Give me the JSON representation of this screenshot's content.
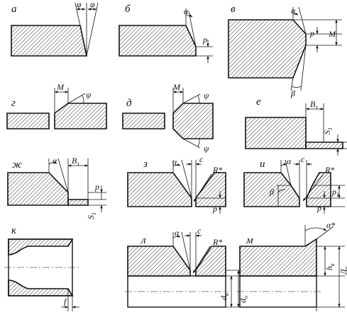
{
  "panels": [
    {
      "id": "a",
      "letter": "а",
      "labels": {
        "phi_left": "φ",
        "phi_right": "φ"
      }
    },
    {
      "id": "b",
      "letter": "б",
      "labels": {
        "alpha": "α",
        "p": "p"
      }
    },
    {
      "id": "v",
      "letter": "в",
      "labels": {
        "alpha": "α",
        "p": "p",
        "M": "M",
        "beta": "β"
      }
    },
    {
      "id": "g",
      "letter": "г",
      "labels": {
        "M": "M",
        "psi": "ψ"
      }
    },
    {
      "id": "d",
      "letter": "д",
      "labels": {
        "M": "M",
        "psi_top": "ψ",
        "psi_bottom": "ψ"
      }
    },
    {
      "id": "e",
      "letter": "е",
      "labels": {
        "B": "B",
        "B_sub": "з",
        "S": "S",
        "S_sub": "1"
      }
    },
    {
      "id": "zh",
      "letter": "ж",
      "labels": {
        "alpha": "α",
        "B": "B",
        "B_sub": "з",
        "p": "p",
        "S": "S",
        "S_sub": "1"
      }
    },
    {
      "id": "z",
      "letter": "з",
      "labels": {
        "alpha": "α",
        "c": "c",
        "R": "R*",
        "p": "p"
      }
    },
    {
      "id": "i",
      "letter": "и",
      "labels": {
        "alpha": "α",
        "c": "c",
        "R": "R*",
        "beta": "β",
        "p": "p",
        "p1": "p",
        "p1_sub": "1"
      }
    },
    {
      "id": "k",
      "letter": "к",
      "labels": {
        "f": "f"
      }
    },
    {
      "id": "l",
      "letter": "л",
      "labels": {
        "alpha": "α",
        "c": "c",
        "R": "R*",
        "d_inner": "d",
        "d_inner_sub": "в",
        "d_outer": "d",
        "d_outer_sub": "о"
      }
    },
    {
      "id": "m",
      "letter": "м",
      "labels": {
        "alpha": "α*",
        "h": "h",
        "h_sub": "в",
        "D": "Д",
        "D_sub": "в"
      }
    }
  ]
}
